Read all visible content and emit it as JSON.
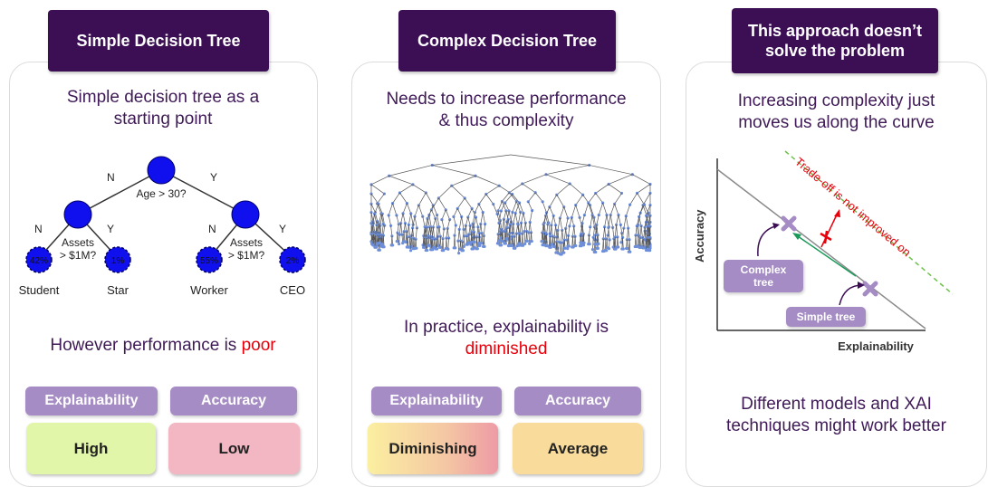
{
  "panel1": {
    "banner": "Simple Decision Tree",
    "intro_line1": "Simple decision tree as a",
    "intro_line2": "starting point",
    "tree": {
      "root_condition": "Age > 30?",
      "branch_left": "N",
      "branch_right": "Y",
      "left_branch_left": "N",
      "left_branch_right": "Y",
      "right_branch_left": "N",
      "right_branch_right": "Y",
      "left_condition_line1": "Assets",
      "left_condition_line2": "> $1M?",
      "right_condition_line1": "Assets",
      "right_condition_line2": "> $1M?",
      "leaves": [
        {
          "pct": "42%",
          "label": "Student"
        },
        {
          "pct": "1%",
          "label": "Star"
        },
        {
          "pct": "55%",
          "label": "Worker"
        },
        {
          "pct": "2%",
          "label": "CEO"
        }
      ]
    },
    "performance_prefix": "However performance is ",
    "performance_word": "poor",
    "metric1_label": "Explainability",
    "metric1_value": "High",
    "metric2_label": "Accuracy",
    "metric2_value": "Low"
  },
  "panel2": {
    "banner": "Complex Decision Tree",
    "intro_line1": "Needs to increase performance",
    "intro_line2": "& thus complexity",
    "practice_line1": "In practice, explainability is",
    "practice_word": "diminished",
    "metric1_label": "Explainability",
    "metric1_value": "Diminishing",
    "metric2_label": "Accuracy",
    "metric2_value": "Average"
  },
  "panel3": {
    "banner_line1": "This approach doesn’t",
    "banner_line2": "solve the problem",
    "intro_line1": "Increasing complexity just",
    "intro_line2": "moves us along the curve",
    "y_axis": "Accuracy",
    "x_axis": "Explainability",
    "tradeoff_text": "Trade-off is not improved on",
    "complex_line1": "Complex",
    "complex_line2": "tree",
    "simple_label": "Simple tree",
    "bottom_line1": "Different models and XAI",
    "bottom_line2": "techniques might work better"
  },
  "colors": {
    "banner": "#3c0f55",
    "text": "#3f1a57",
    "accent_red": "#e8000b",
    "label_purple": "#a58cc4",
    "node_blue": "#1010ee",
    "high_green": "#e2f6a9",
    "low_pink": "#f2b7c3",
    "average_orange": "#f9dc9c"
  }
}
